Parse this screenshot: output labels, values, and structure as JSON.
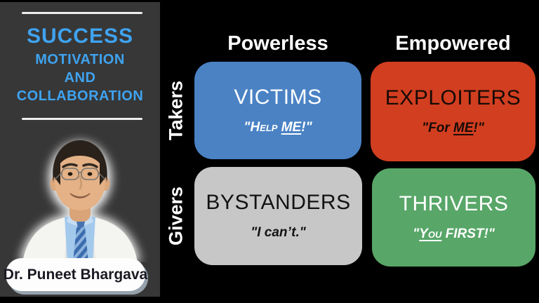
{
  "left_panel": {
    "title": "SUCCESS",
    "subtitle_lines": [
      "MOTIVATION",
      "AND",
      "COLLABORATION"
    ],
    "portrait_icon": "doctor-headshot-photo",
    "name_label": "Dr. Puneet Bhargava"
  },
  "matrix": {
    "column_headers": [
      "Powerless",
      "Empowered"
    ],
    "row_headers": [
      "Takers",
      "Givers"
    ],
    "quadrants": [
      {
        "id": "victims",
        "title": "VICTIMS",
        "color": "#4A82C4",
        "tagline": {
          "open": "\"",
          "lead": "Help ",
          "emph": "ME",
          "tail": "!",
          "close": "\""
        }
      },
      {
        "id": "exploiters",
        "title": "EXPLOITERS",
        "color": "#D23E20",
        "tagline": {
          "open": "\"",
          "lead": "For ",
          "emph": "ME",
          "tail": "!",
          "close": "\""
        }
      },
      {
        "id": "bystanders",
        "title": "BYSTANDERS",
        "color": "#C7C7C7",
        "tagline": {
          "open": "\"",
          "lead": "I can’t.",
          "emph": "",
          "tail": "",
          "close": "\""
        }
      },
      {
        "id": "thrivers",
        "title": "THRIVERS",
        "color": "#58A668",
        "tagline": {
          "open": "\"",
          "lead": "",
          "emph": "You",
          "tail": " FIRST!",
          "close": "\""
        }
      }
    ]
  },
  "colors": {
    "canvas_bg": "#000000",
    "panel_bg": "#373737",
    "accent_blue": "#3FA3F0",
    "rule": "#EDEDED",
    "pill_bg": "#FDFDFD",
    "pill_shadow": "#96A1AD",
    "header_text": "#FFFFFF"
  }
}
